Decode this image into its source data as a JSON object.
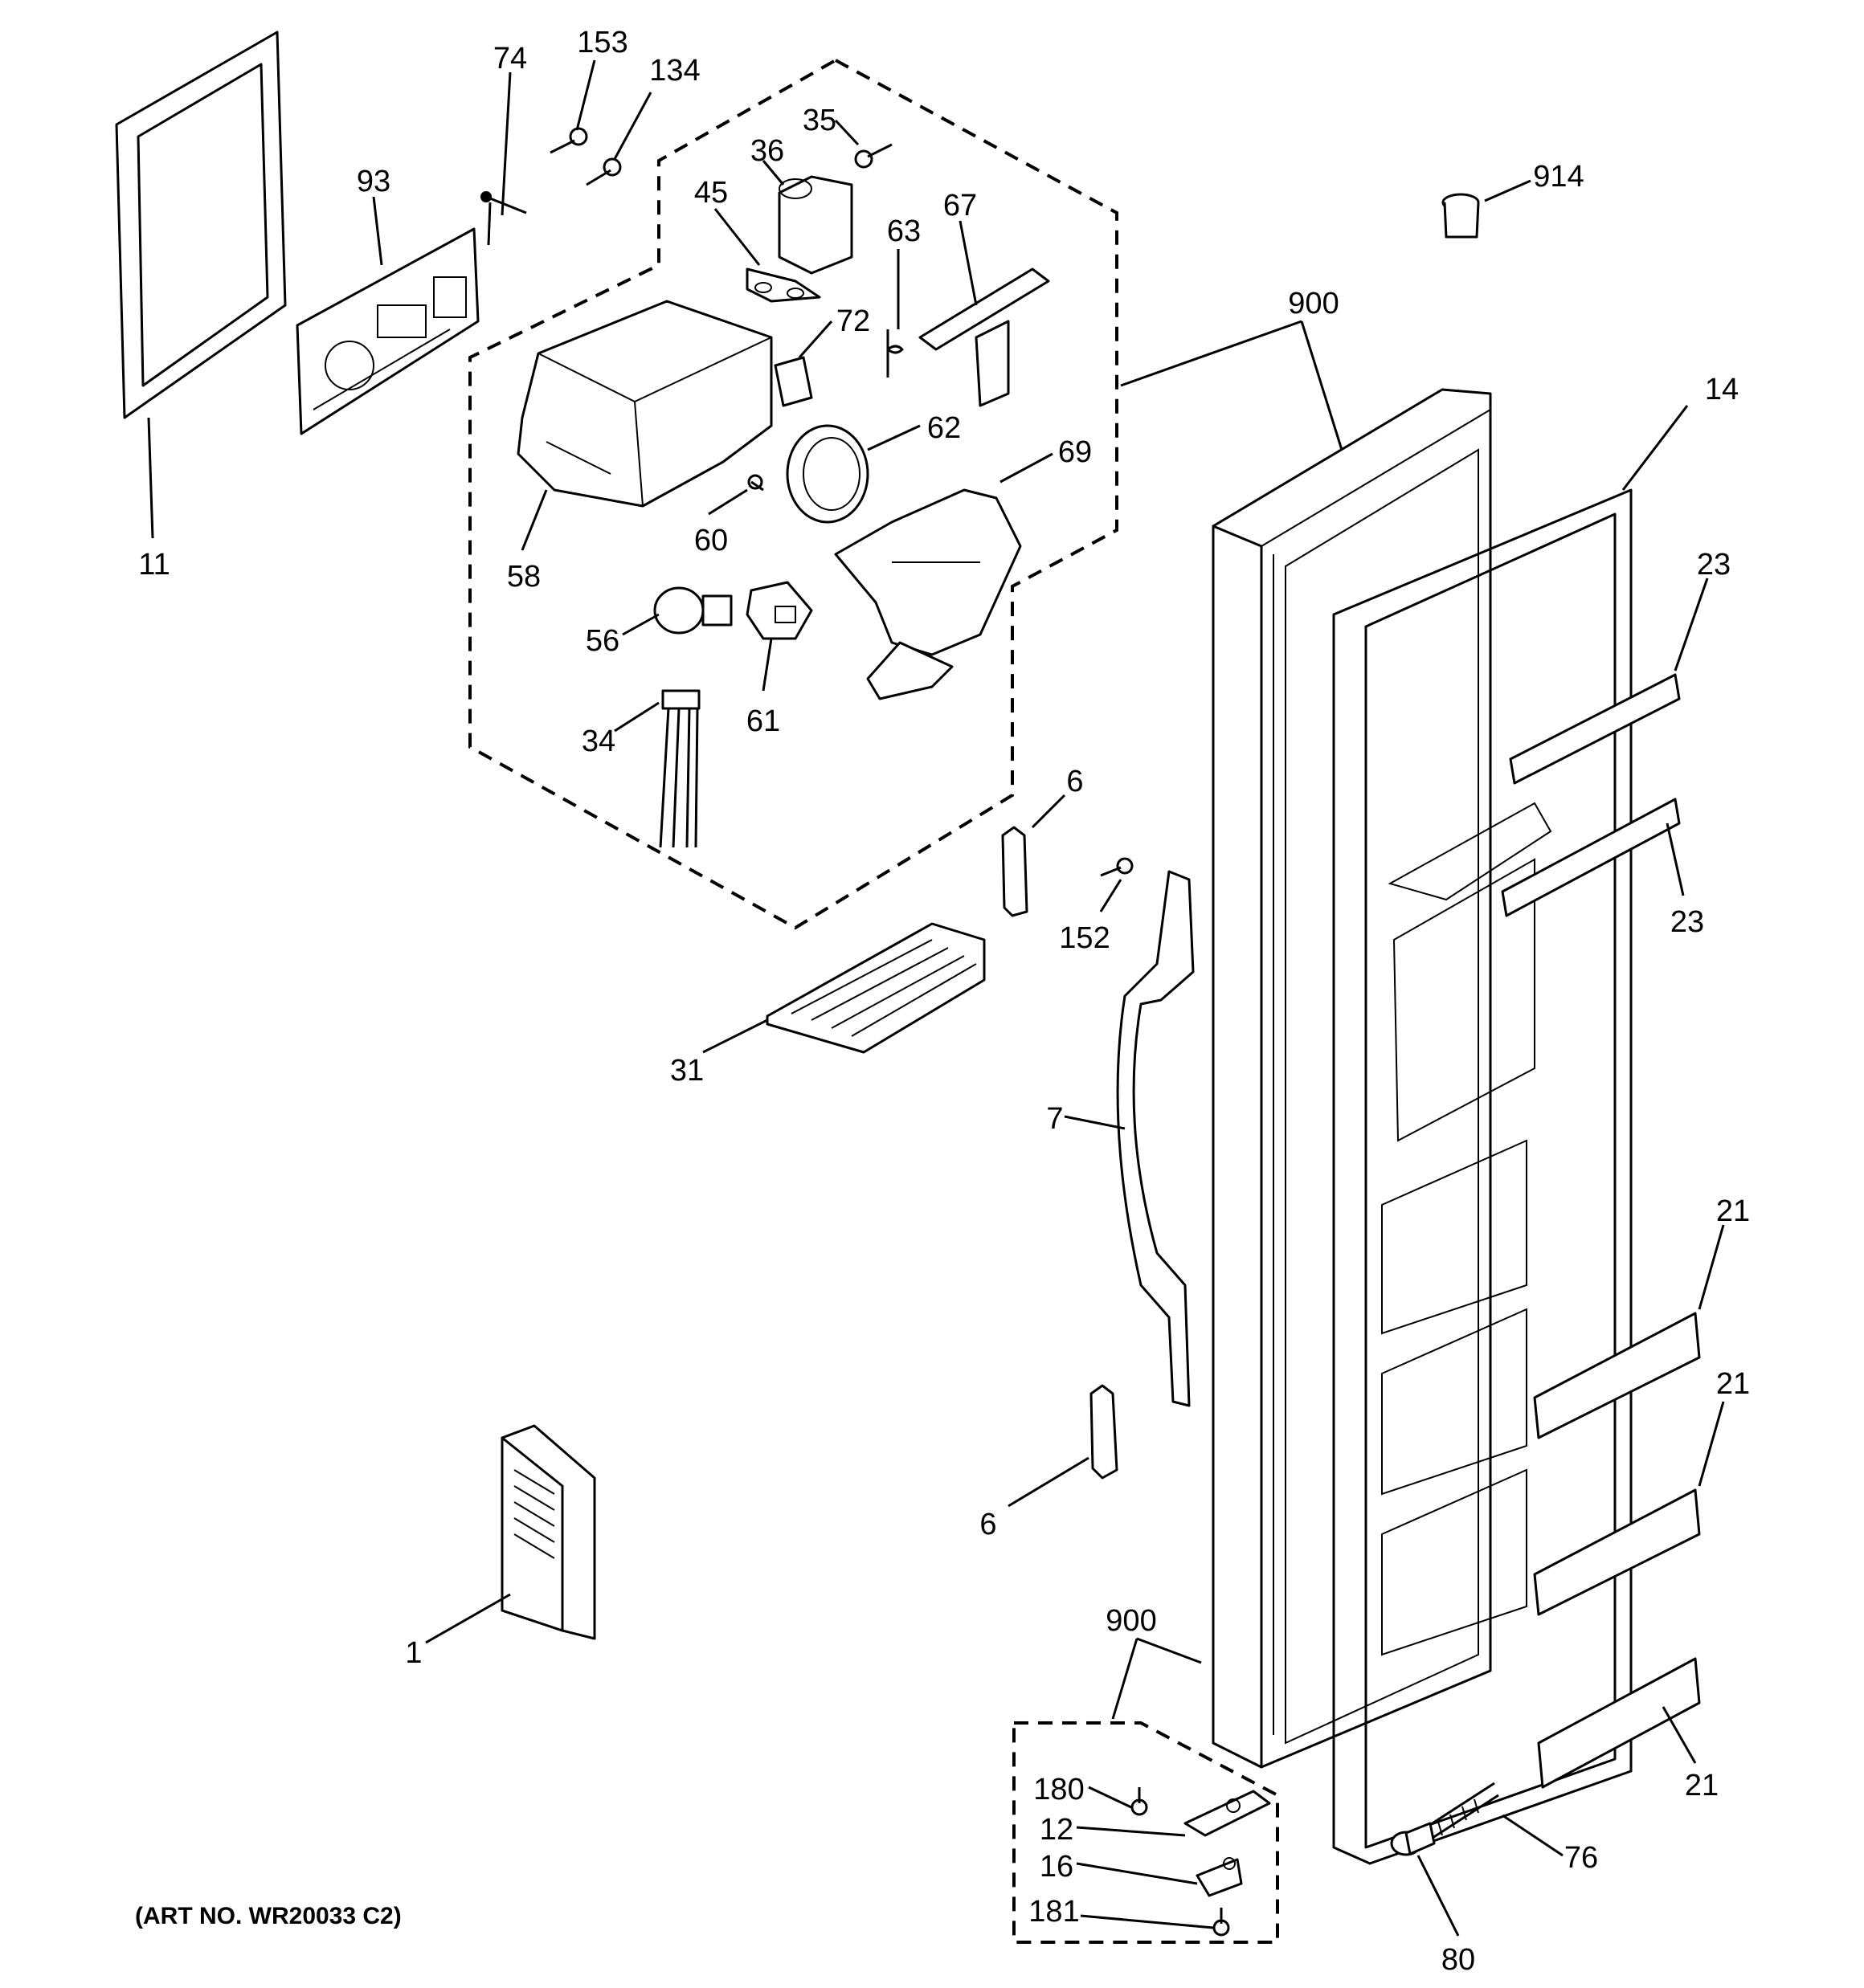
{
  "art_number": "(ART NO. WR20033 C2)",
  "callouts": [
    {
      "id": "c-153",
      "label": "153"
    },
    {
      "id": "c-134",
      "label": "134"
    },
    {
      "id": "c-74",
      "label": "74"
    },
    {
      "id": "c-35",
      "label": "35"
    },
    {
      "id": "c-36",
      "label": "36"
    },
    {
      "id": "c-45",
      "label": "45"
    },
    {
      "id": "c-63",
      "label": "63"
    },
    {
      "id": "c-67",
      "label": "67"
    },
    {
      "id": "c-93",
      "label": "93"
    },
    {
      "id": "c-72",
      "label": "72"
    },
    {
      "id": "c-62",
      "label": "62"
    },
    {
      "id": "c-69",
      "label": "69"
    },
    {
      "id": "c-60",
      "label": "60"
    },
    {
      "id": "c-58",
      "label": "58"
    },
    {
      "id": "c-11",
      "label": "11"
    },
    {
      "id": "c-56",
      "label": "56"
    },
    {
      "id": "c-61",
      "label": "61"
    },
    {
      "id": "c-34",
      "label": "34"
    },
    {
      "id": "c-914",
      "label": "914"
    },
    {
      "id": "c-900-top",
      "label": "900"
    },
    {
      "id": "c-14",
      "label": "14"
    },
    {
      "id": "c-23-a",
      "label": "23"
    },
    {
      "id": "c-23-b",
      "label": "23"
    },
    {
      "id": "c-6-top",
      "label": "6"
    },
    {
      "id": "c-152",
      "label": "152"
    },
    {
      "id": "c-31",
      "label": "31"
    },
    {
      "id": "c-7",
      "label": "7"
    },
    {
      "id": "c-21-a",
      "label": "21"
    },
    {
      "id": "c-21-b",
      "label": "21"
    },
    {
      "id": "c-6-bottom",
      "label": "6"
    },
    {
      "id": "c-1",
      "label": "1"
    },
    {
      "id": "c-900-bottom",
      "label": "900"
    },
    {
      "id": "c-180",
      "label": "180"
    },
    {
      "id": "c-12",
      "label": "12"
    },
    {
      "id": "c-16",
      "label": "16"
    },
    {
      "id": "c-181",
      "label": "181"
    },
    {
      "id": "c-76",
      "label": "76"
    },
    {
      "id": "c-80",
      "label": "80"
    },
    {
      "id": "c-21-c",
      "label": "21"
    }
  ]
}
